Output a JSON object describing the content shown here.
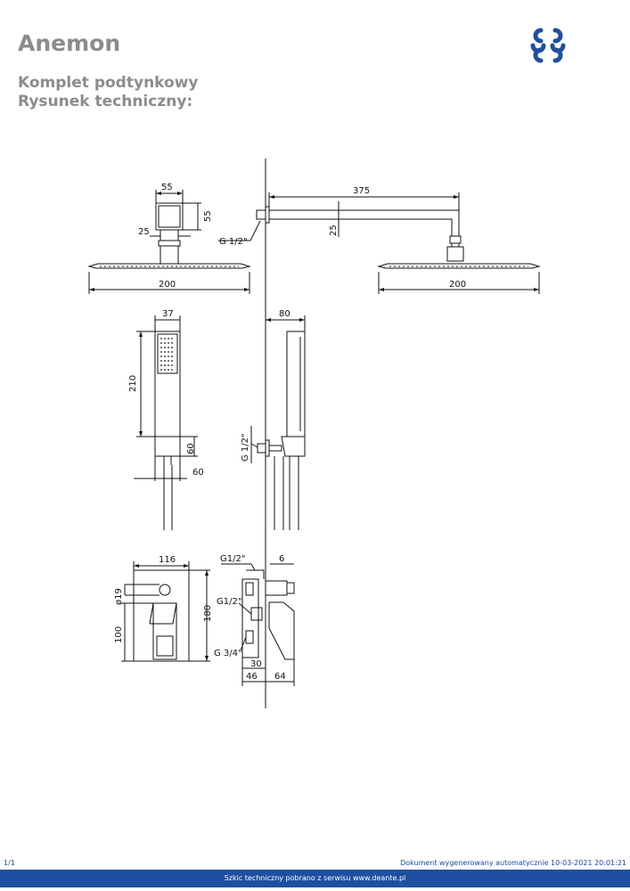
{
  "header": {
    "title": "Anemon",
    "subtitle_line1": "Komplet podtynkowy",
    "subtitle_line2": "Rysunek techniczny:"
  },
  "drawing": {
    "dims": {
      "d55_top": "55",
      "d55_side": "55",
      "d25_left": "25",
      "d200_left": "200",
      "d375": "375",
      "d25_arm": "25",
      "g12_arm": "G 1/2\"",
      "d200_right": "200",
      "d37": "37",
      "d210": "210",
      "d60_side": "60",
      "d60_bottom": "60",
      "d80": "80",
      "g12_vert": "G 1/2\"",
      "d116": "116",
      "d19": "ø19",
      "d100": "100",
      "d180": "180",
      "g12_top": "G1/2\"",
      "d6": "6",
      "g12_mid": "G1/2\"",
      "g34": "G 3/4\"",
      "d30": "30",
      "d46": "46",
      "d64": "64"
    }
  },
  "footer": {
    "page": "1/1",
    "generated": "Dokument wygenerowany automatycznie 10-03-2021 20:01:21",
    "source": "Szkic techniczny pobrano z serwisu www.deante.pl"
  },
  "colors": {
    "heading": "#8c8c8c",
    "brand": "#1f4fa0",
    "line": "#111111"
  }
}
